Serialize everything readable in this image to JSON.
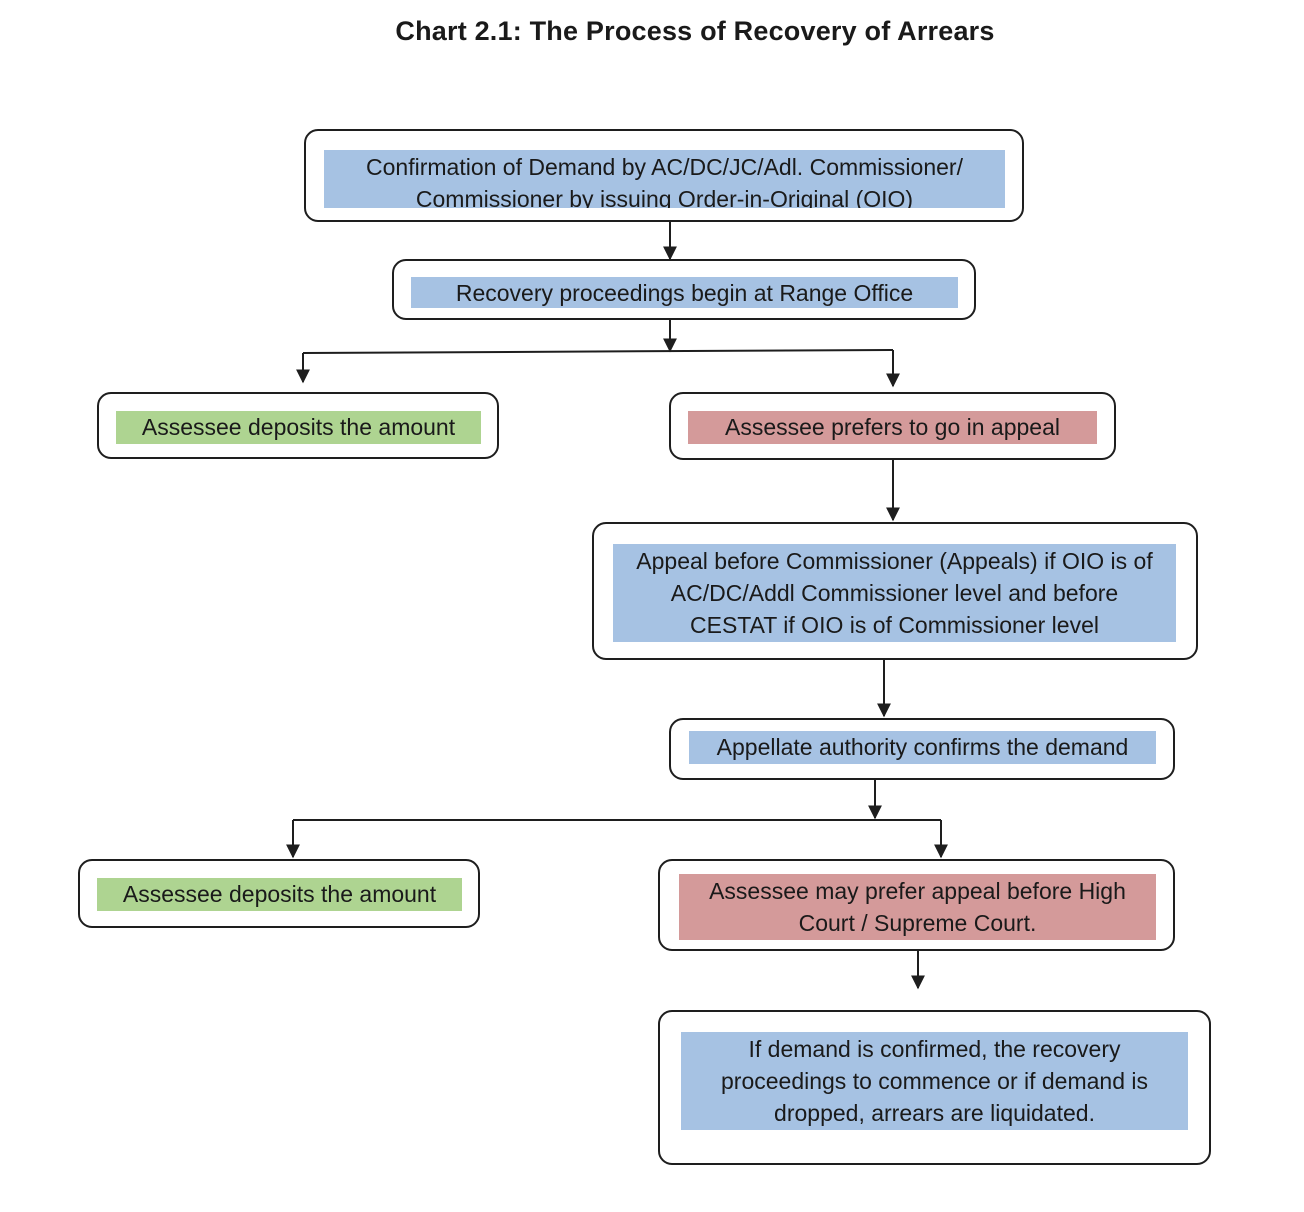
{
  "title": "Chart 2.1:  The Process of Recovery of Arrears",
  "colors": {
    "blue": "#a6c2e3",
    "green": "#aed491",
    "red": "#d49a9a",
    "line": "#1e1e1e"
  },
  "nodes": {
    "confirmation": {
      "lines": [
        "Confirmation of Demand by AC/DC/JC/Adl. Commissioner/",
        "Commissioner by issuing Order-in-Original (OIO)"
      ],
      "color": "blue"
    },
    "recovery_begin": {
      "lines": [
        "Recovery proceedings begin at Range Office"
      ],
      "color": "blue"
    },
    "deposit_1": {
      "lines": [
        "Assessee deposits the amount"
      ],
      "color": "green"
    },
    "appeal_pref": {
      "lines": [
        "Assessee prefers to go in appeal"
      ],
      "color": "red"
    },
    "appeal_before": {
      "lines": [
        "Appeal before Commissioner (Appeals) if OIO is of",
        "AC/DC/Addl Commissioner level and before",
        "CESTAT if OIO is of Commissioner level"
      ],
      "color": "blue"
    },
    "appellate_confirms": {
      "lines": [
        "Appellate authority confirms the demand"
      ],
      "color": "blue"
    },
    "deposit_2": {
      "lines": [
        "Assessee deposits the amount"
      ],
      "color": "green"
    },
    "high_court": {
      "lines": [
        "Assessee may prefer appeal before High",
        "Court / Supreme Court."
      ],
      "color": "red"
    },
    "final": {
      "lines": [
        "If demand is confirmed, the recovery",
        "proceedings to commence or if demand is",
        "dropped, arrears are liquidated."
      ],
      "color": "blue"
    }
  }
}
